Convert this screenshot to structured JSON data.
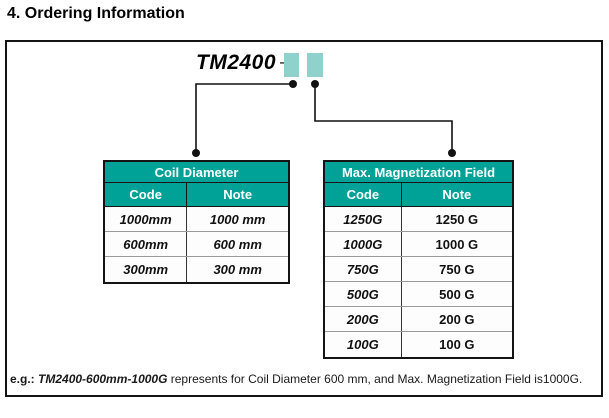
{
  "page_title": "4. Ordering Information",
  "model": {
    "prefix": "TM2400",
    "dash": "–"
  },
  "colors": {
    "header_teal": "#00A298",
    "square_teal": "#8FD2CC"
  },
  "coil_table": {
    "title": "Coil Diameter",
    "columns": [
      "Code",
      "Note"
    ],
    "rows": [
      {
        "code": "1000mm",
        "note": "1000 mm"
      },
      {
        "code": "600mm",
        "note": "600 mm"
      },
      {
        "code": "300mm",
        "note": "300 mm"
      }
    ]
  },
  "mag_table": {
    "title": "Max. Magnetization Field",
    "columns": [
      "Code",
      "Note"
    ],
    "rows": [
      {
        "code": "1250G",
        "note": "1250 G"
      },
      {
        "code": "1000G",
        "note": "1000 G"
      },
      {
        "code": "750G",
        "note": "750 G"
      },
      {
        "code": "500G",
        "note": "500 G"
      },
      {
        "code": "200G",
        "note": "200 G"
      },
      {
        "code": "100G",
        "note": "100 G"
      }
    ]
  },
  "footnote": {
    "prefix": "e.g.:",
    "code": "TM2400-600mm-1000G",
    "text": " represents for Coil Diameter 600 mm, and Max. Magnetization Field is1000G."
  }
}
